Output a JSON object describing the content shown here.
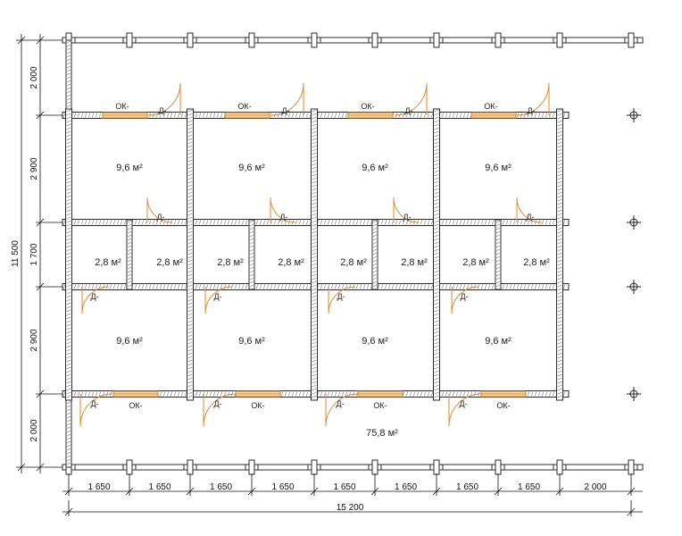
{
  "colors": {
    "wall_outline": "#2b2b2b",
    "window": "#d3822b",
    "door": "#e08a30",
    "text": "#222222",
    "background": "#ffffff"
  },
  "labels": {
    "window": "ОК-",
    "door": "Д-"
  },
  "rooms": {
    "large": "9,6 м²",
    "small": "2,8 м²",
    "total": "75,8 м²"
  },
  "dimensions": {
    "horizontal": [
      "1 650",
      "1 650",
      "1 650",
      "1 650",
      "1 650",
      "1 650",
      "1 650",
      "1 650",
      "2 000"
    ],
    "total_width": "15 200",
    "vertical": [
      "2 000",
      "2 900",
      "1 700",
      "2 900",
      "2 000"
    ],
    "total_height": "11 500"
  }
}
